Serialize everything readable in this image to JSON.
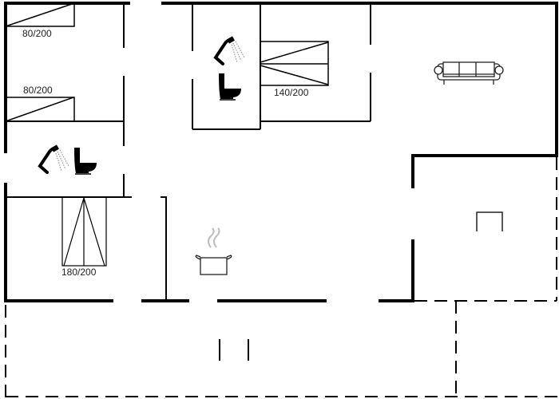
{
  "floorplan": {
    "beds": [
      {
        "label": "80/200"
      },
      {
        "label": "80/200"
      },
      {
        "label": "140/200"
      },
      {
        "label": "180/200"
      }
    ],
    "icons": [
      "shower-icon",
      "toilet-icon",
      "shower-icon",
      "toilet-icon",
      "sofa-icon",
      "cooking-pot-icon",
      "fireplace-icon"
    ],
    "colors": {
      "wall": "#000000",
      "steam": "#bbbbbb"
    }
  }
}
